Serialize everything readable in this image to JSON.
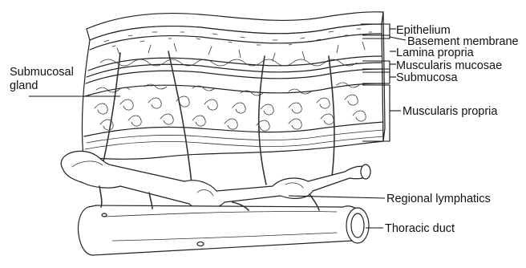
{
  "labels": {
    "epithelium": "Epithelium",
    "basement_membrane": "Basement membrane",
    "lamina_propria": "Lamina propria",
    "muscularis_mucosae": "Muscularis mucosae",
    "submucosa": "Submucosa",
    "muscularis_propria": "Muscularis propria",
    "submucosal_gland_line1": "Submucosal",
    "submucosal_gland_line2": "gland",
    "regional_lymphatics": "Regional lymphatics",
    "thoracic_duct": "Thoracic duct"
  },
  "colors": {
    "ink": "#222222",
    "background": "#ffffff"
  }
}
